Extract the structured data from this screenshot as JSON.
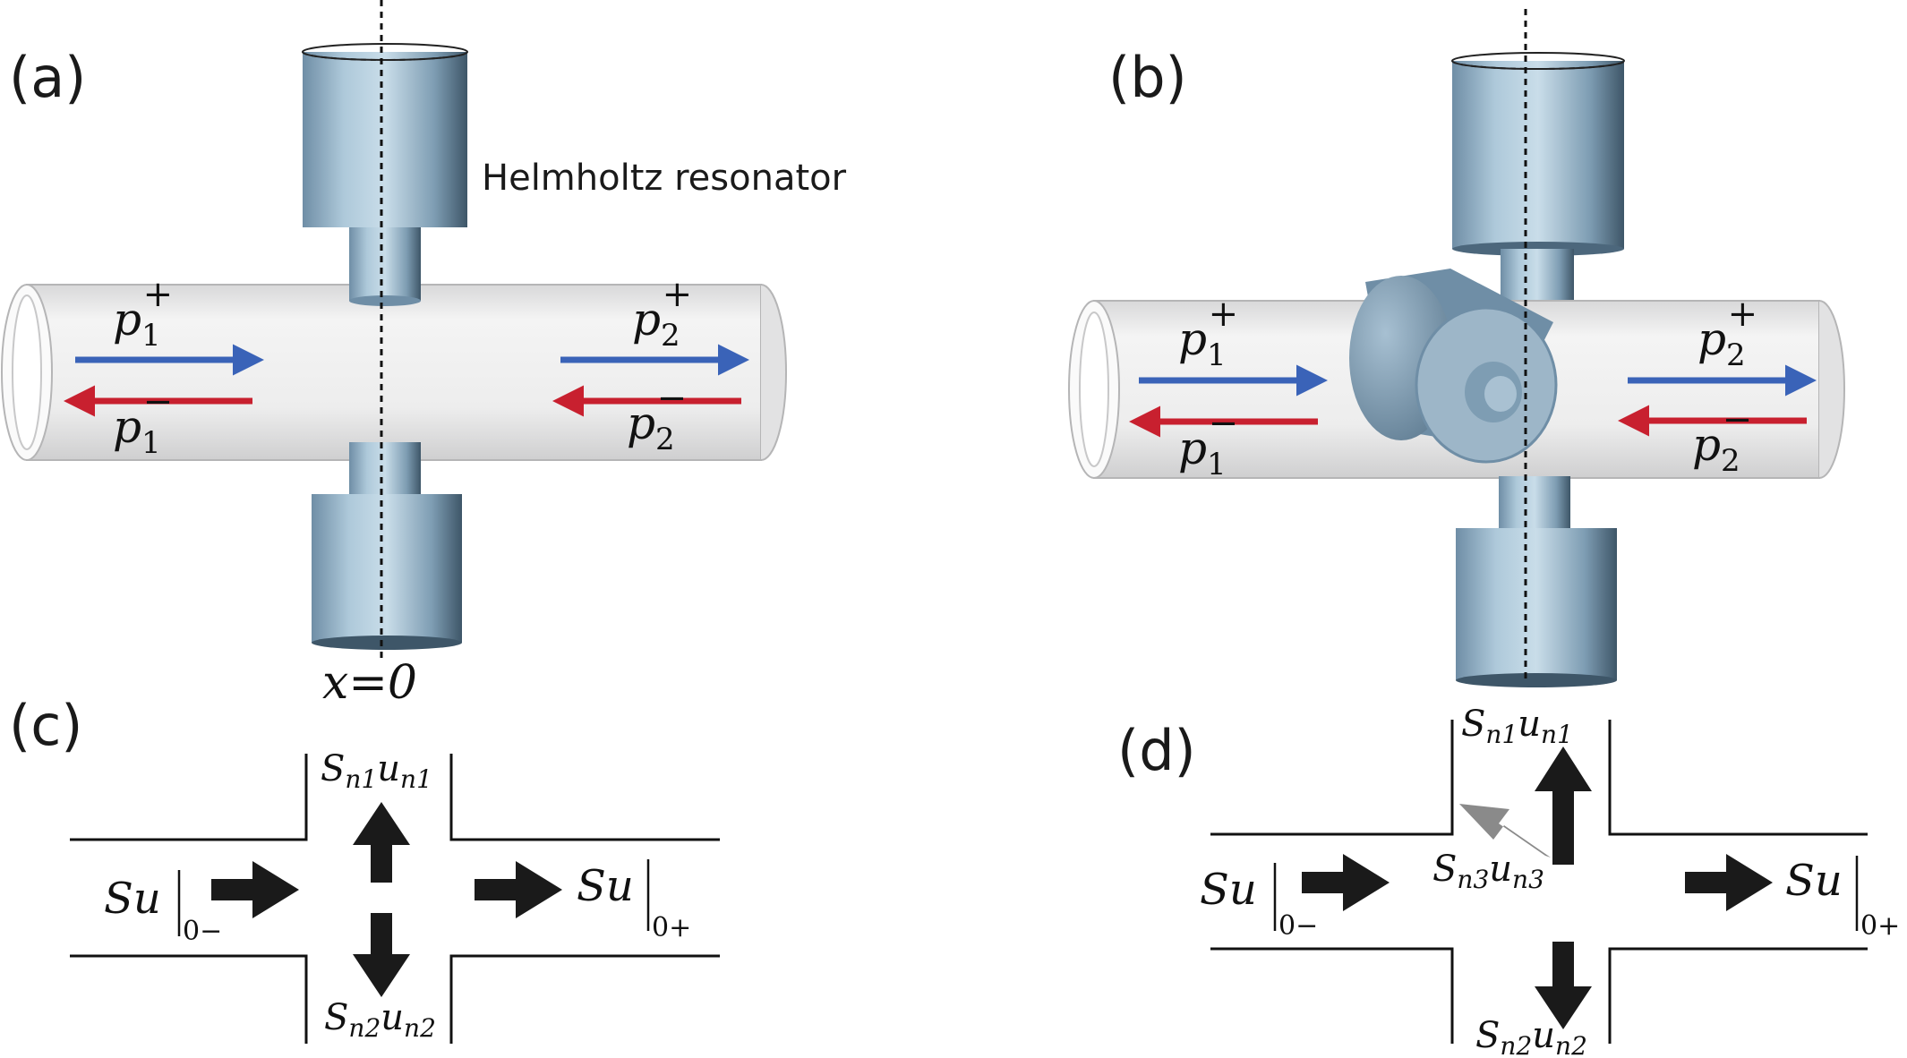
{
  "panels": {
    "a": {
      "label": "(a)"
    },
    "b": {
      "label": "(b)"
    },
    "c": {
      "label": "(c)"
    },
    "d": {
      "label": "(d)"
    }
  },
  "annotations": {
    "helmholtz": "Helmholtz resonator",
    "x_pos": "x=0"
  },
  "waves": {
    "p1_plus": {
      "base": "p",
      "sub": "1",
      "sup": "+"
    },
    "p1_minus": {
      "base": "p",
      "sub": "1",
      "sup": "−"
    },
    "p2_plus": {
      "base": "p",
      "sub": "2",
      "sup": "+"
    },
    "p2_minus": {
      "base": "p",
      "sub": "2",
      "sup": "−"
    }
  },
  "fluxes": {
    "su": "Su",
    "left_eval": "0−",
    "right_eval": "0+",
    "sn1": {
      "S": "S",
      "sub": "n1",
      "u": "u"
    },
    "sn2": {
      "S": "S",
      "sub": "n2",
      "u": "u"
    },
    "sn3": {
      "S": "S",
      "sub": "n3",
      "u": "u"
    }
  },
  "colors": {
    "forward_arrow": "#3a63b8",
    "backward_arrow": "#c8202f",
    "resonator_metal": "#8fb0c6",
    "duct": "#e9e9ea",
    "flux_arrow": "#1a1a1a",
    "flux_arrow_third": "#8a8a8a"
  }
}
